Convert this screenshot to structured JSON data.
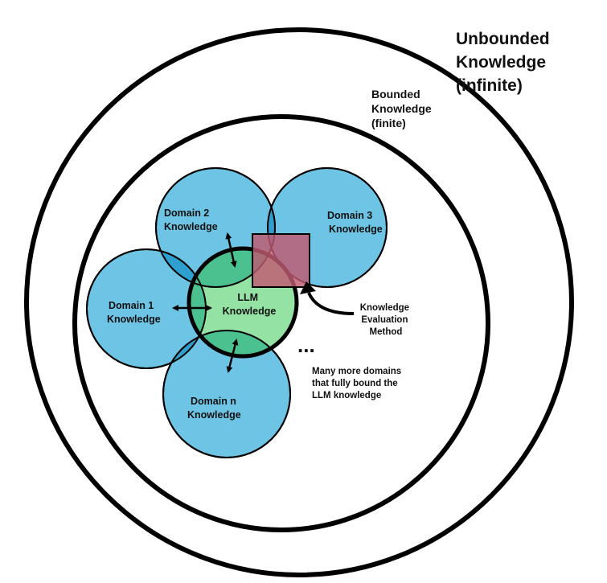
{
  "colors": {
    "domain_fill": "#6ec4e4",
    "domain_overlap": "#2e9fcf",
    "llm_fill": "#94e3a4",
    "llm_overlap": "#4cc190",
    "evaluation_square": "#c05a72",
    "outline": "#000000"
  },
  "labels": {
    "unbounded": [
      "Unbounded",
      "Knowledge",
      "(infinite)"
    ],
    "bounded": [
      "Bounded",
      "Knowledge",
      "(finite)"
    ],
    "llm": [
      "LLM",
      "Knowledge"
    ],
    "domain1": [
      "Domain 1",
      "Knowledge"
    ],
    "domain2": [
      "Domain 2",
      "Knowledge"
    ],
    "domain3": [
      "Domain 3",
      "Knowledge"
    ],
    "domainn": [
      "Domain n",
      "Knowledge"
    ],
    "evaluation": [
      "Knowledge",
      "Evaluation",
      "Method"
    ],
    "ellipsis": "...",
    "more_domains": [
      "Many more domains",
      "that fully bound the",
      "LLM knowledge"
    ]
  }
}
